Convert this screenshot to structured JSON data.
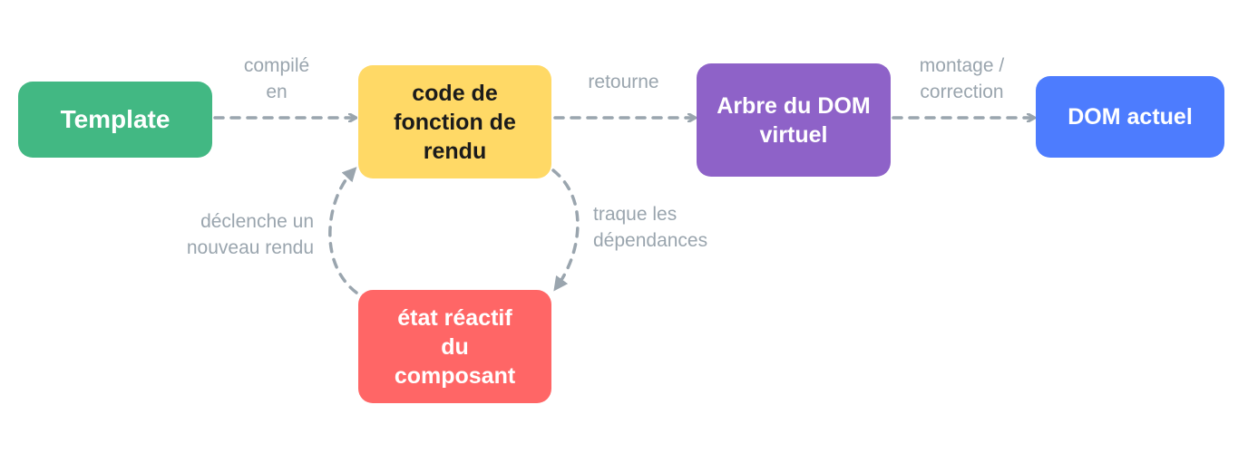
{
  "colors": {
    "template": "#42b883",
    "render_code": "#ffd966",
    "vdom": "#8e62c8",
    "dom": "#4d7cfe",
    "state": "#ff6666",
    "arrow": "#9aa5ae"
  },
  "nodes": {
    "template": "Template",
    "render_code": "code de\nfonction de\nrendu",
    "vdom": "Arbre du DOM\nvirtuel",
    "dom": "DOM actuel",
    "state": "état réactif\ndu\ncomposant"
  },
  "edges": {
    "compiled": "compilé\nen",
    "returns": "retourne",
    "mount": "montage /\ncorrection",
    "tracks": "traque les\ndépendances",
    "triggers": "déclenche un\nnouveau rendu"
  }
}
